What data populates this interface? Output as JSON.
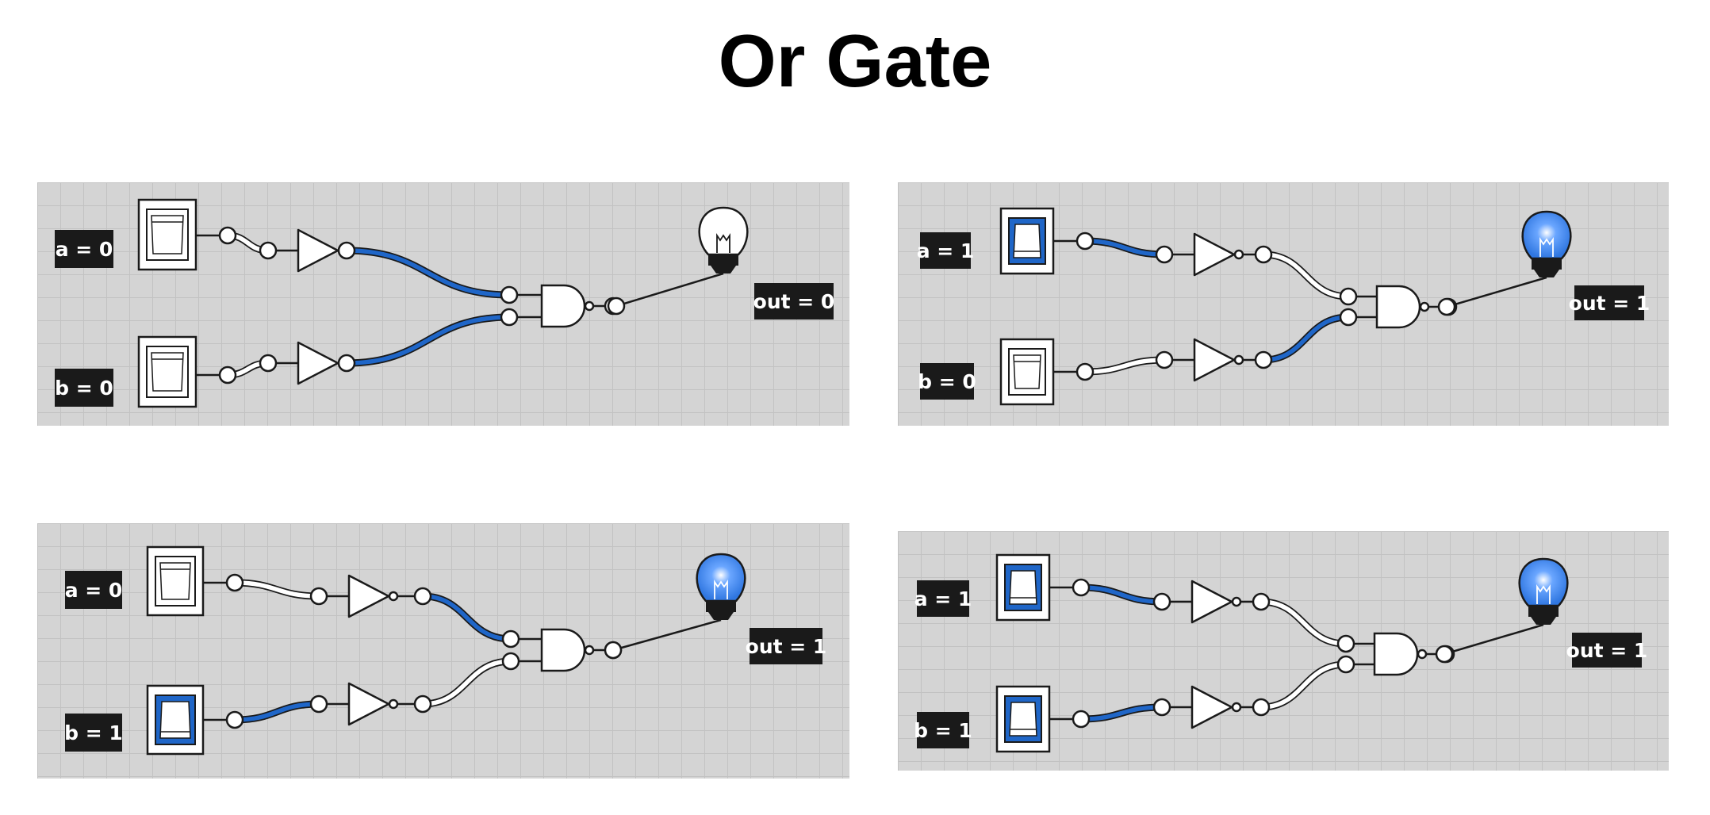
{
  "title": "Or Gate",
  "colors": {
    "wire_on": "#1f66c8",
    "wire_off": "#ffffff",
    "panel_bg": "#d4d4d4",
    "grid": "#c2c2c2",
    "label_bg": "#1a1a1a",
    "bulb_on": "#2f76e0",
    "bulb_off": "#ffffff"
  },
  "panels": [
    {
      "a_label": "a = 0",
      "b_label": "b = 0",
      "out_label": "out = 0",
      "a": 0,
      "b": 0,
      "out": 0
    },
    {
      "a_label": "a = 1",
      "b_label": "b = 0",
      "out_label": "out = 1",
      "a": 1,
      "b": 0,
      "out": 1
    },
    {
      "a_label": "a = 0",
      "b_label": "b = 1",
      "out_label": "out = 1",
      "a": 0,
      "b": 1,
      "out": 1
    },
    {
      "a_label": "a = 1",
      "b_label": "b = 1",
      "out_label": "out = 1",
      "a": 1,
      "b": 1,
      "out": 1
    }
  ]
}
